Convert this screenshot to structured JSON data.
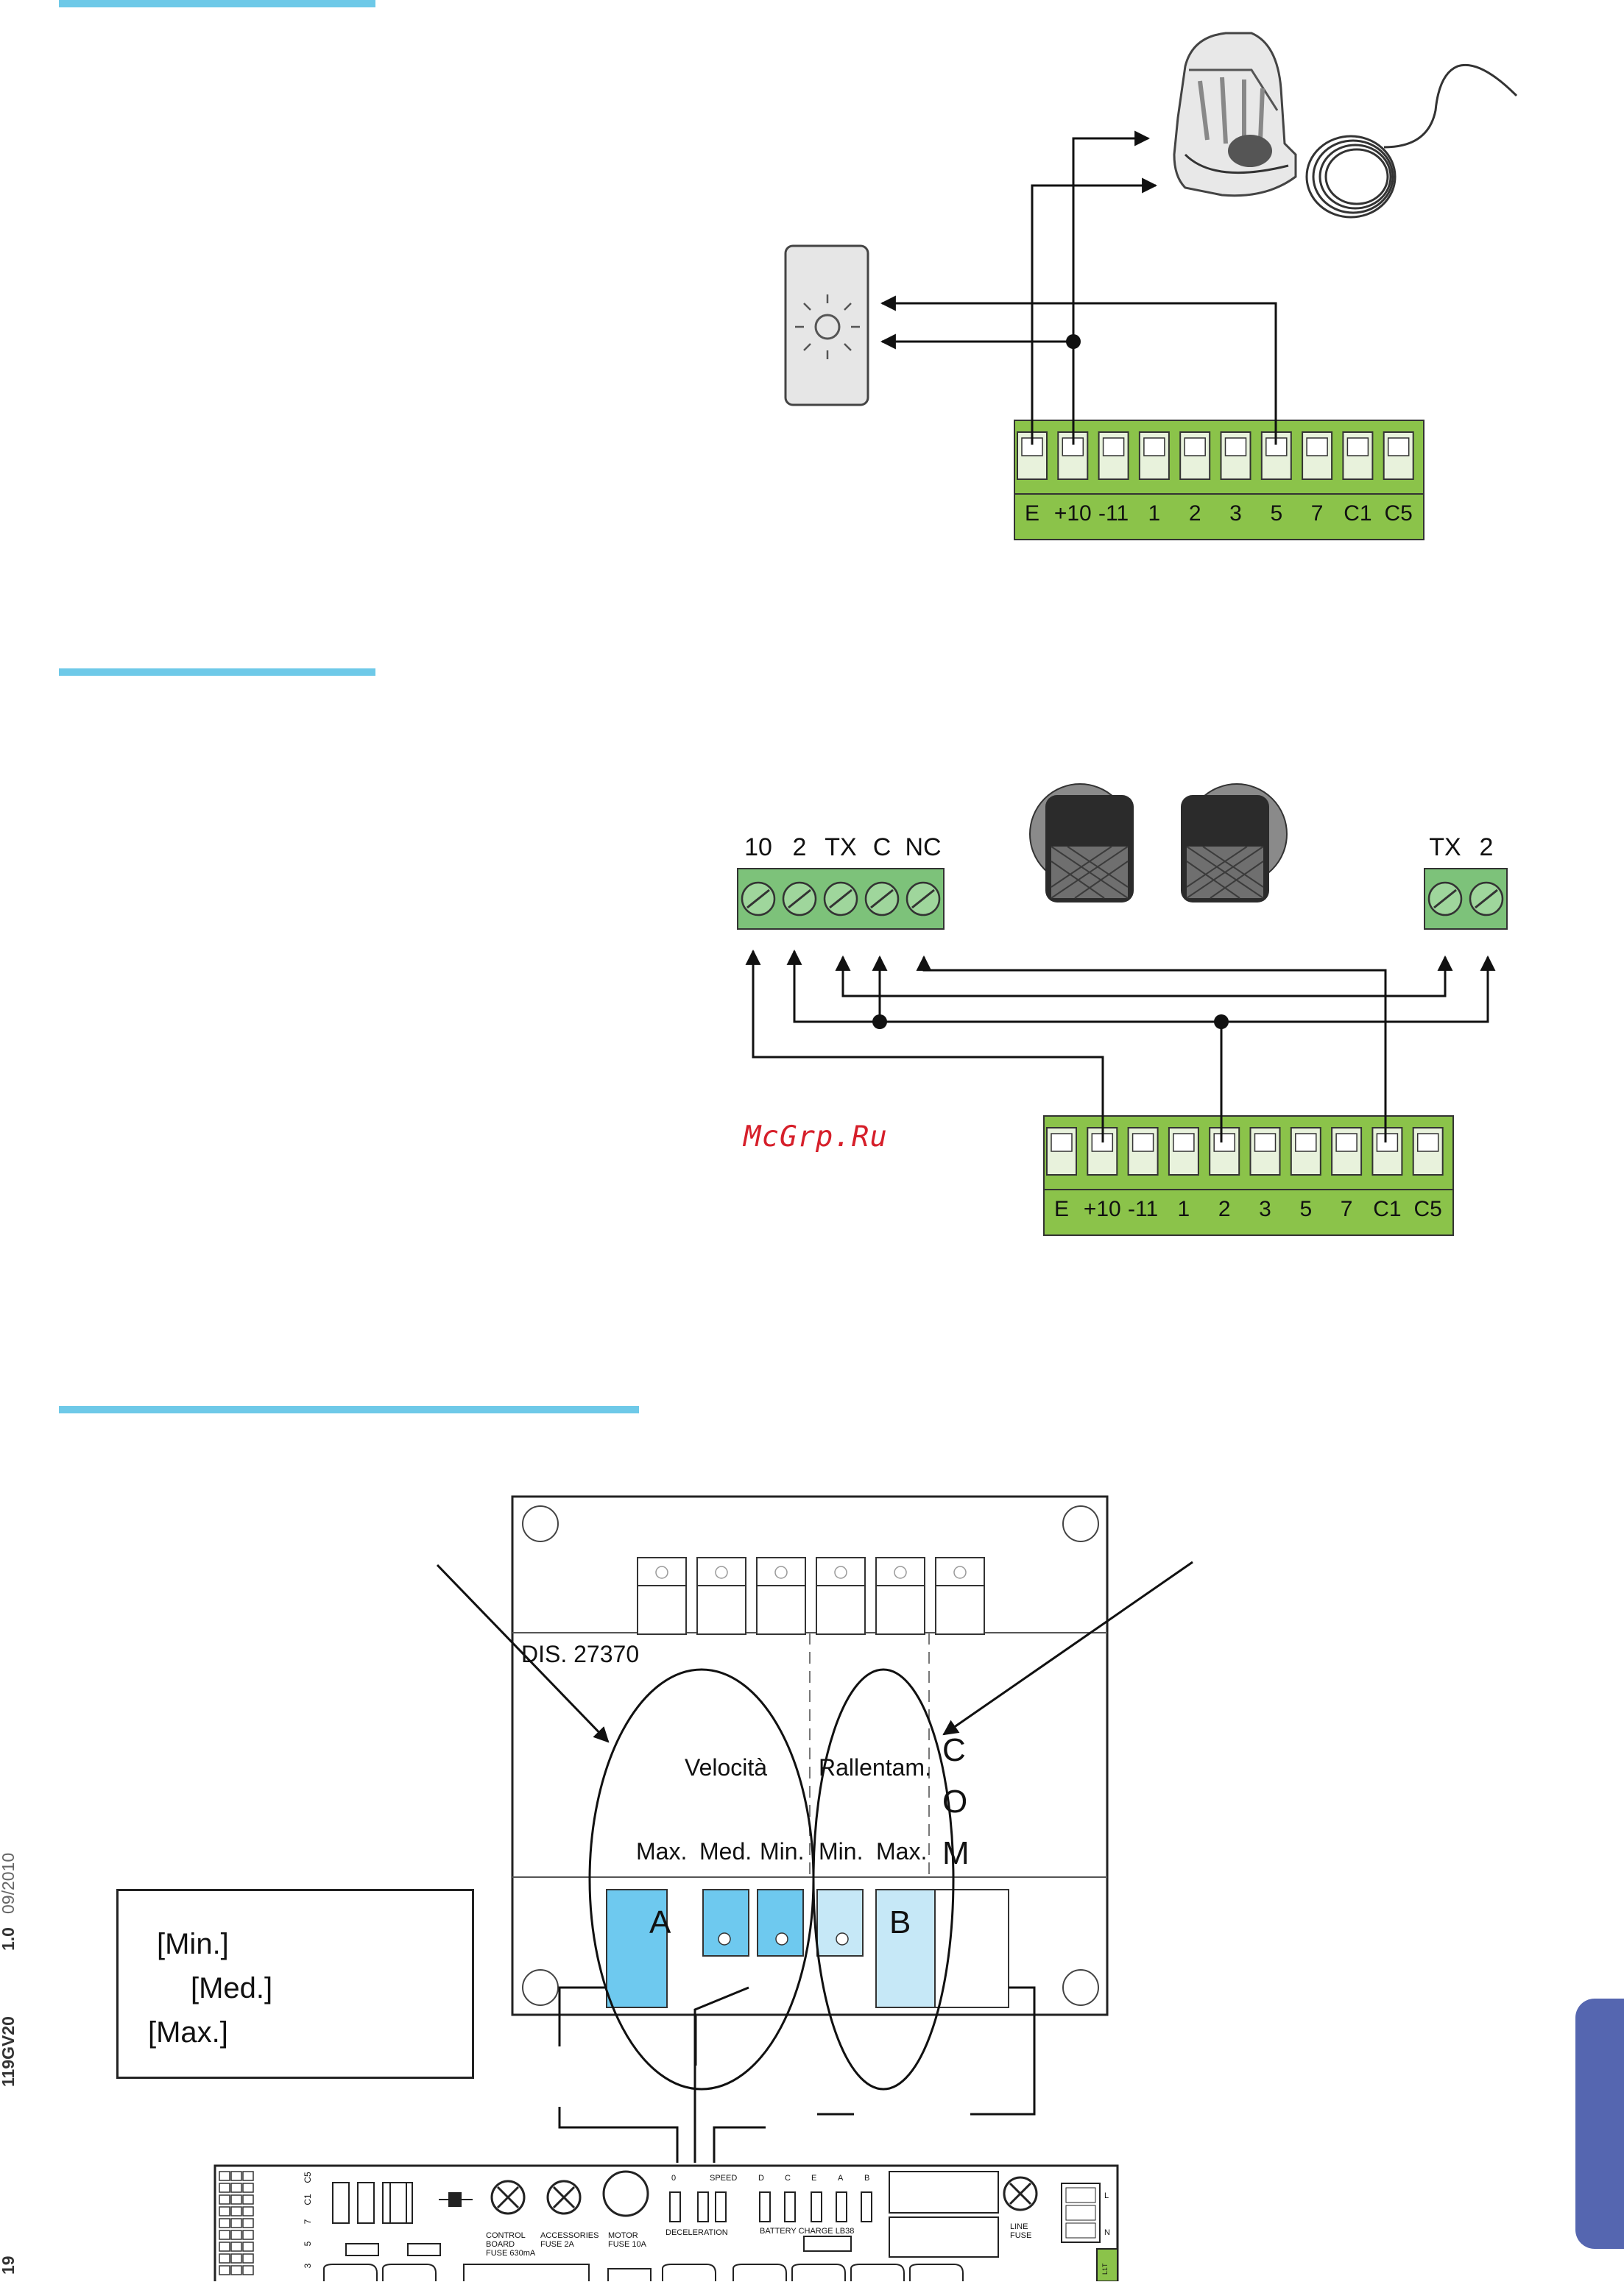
{
  "watermark": "McGrp.Ru",
  "footer": {
    "page": "19",
    "code": "119GV20",
    "version": "1.0",
    "date": "09/2010"
  },
  "terminal_labels": [
    "E",
    "+10",
    "-11",
    "1",
    "2",
    "3",
    "5",
    "7",
    "C1",
    "C5"
  ],
  "receiver_block_labels": [
    "10",
    "2",
    "TX",
    "C",
    "NC"
  ],
  "transmitter_block_labels": [
    "TX",
    "2"
  ],
  "control_card": {
    "dis_label": "DIS. 27370",
    "speed_label": "Velocità",
    "slowdown_label": "Rallentam.",
    "com_letters": [
      "C",
      "O",
      "M"
    ],
    "speed_levels": [
      "Max.",
      "Med.",
      "Min."
    ],
    "slowdown_levels": [
      "Min.",
      "Max."
    ],
    "block_a": "A",
    "block_b": "B"
  },
  "legend": {
    "min": "[Min.]",
    "med": "[Med.]",
    "max": "[Max.]"
  },
  "board": {
    "control_fuse": "CONTROL BOARD FUSE 630mA",
    "accessories_fuse": "ACCESSORIES FUSE 2A",
    "motor_fuse": "MOTOR FUSE 10A",
    "speed": "SPEED",
    "deceleration": "DECELERATION",
    "zero": "0",
    "battery_charge": "BATTERY CHARGE LB38",
    "letters": [
      "D",
      "C",
      "E",
      "A",
      "B"
    ],
    "line_fuse": "LINE FUSE",
    "left_terminals": [
      "3",
      "5",
      "7",
      "C1",
      "C5"
    ],
    "right_terminals": [
      "L",
      "N"
    ],
    "green_label": "L1T"
  }
}
